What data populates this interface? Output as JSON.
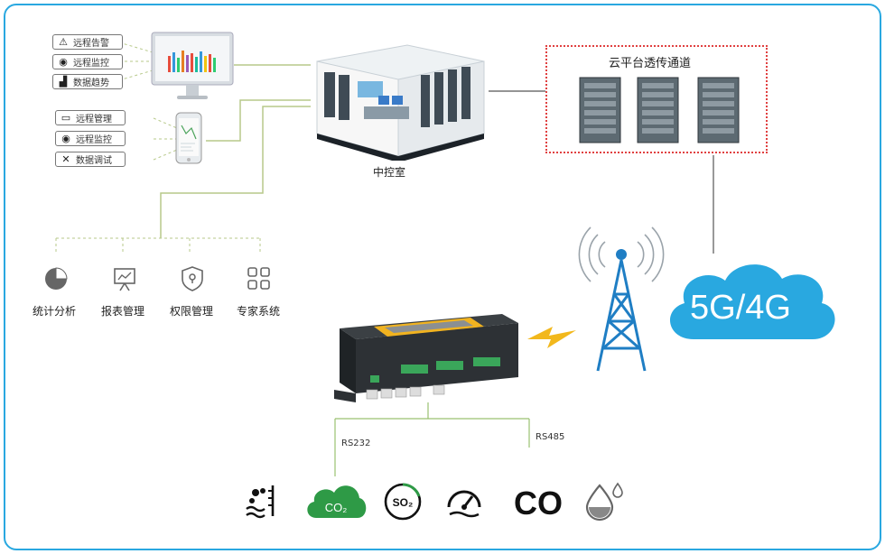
{
  "monitor_buttons": [
    {
      "label": "远程告警",
      "icon": "warning-icon"
    },
    {
      "label": "远程监控",
      "icon": "camera-icon"
    },
    {
      "label": "数据趋势",
      "icon": "trend-chart-icon"
    }
  ],
  "phone_buttons": [
    {
      "label": "远程管理",
      "icon": "monitor-icon"
    },
    {
      "label": "远程监控",
      "icon": "camera-icon"
    },
    {
      "label": "数据调试",
      "icon": "tools-icon"
    }
  ],
  "control_room_label": "中控室",
  "cloud_label": "云平台透传通道",
  "network_label": "5G/4G",
  "functions": [
    {
      "label": "统计分析",
      "icon": "pie-chart-icon"
    },
    {
      "label": "报表管理",
      "icon": "report-board-icon"
    },
    {
      "label": "权限管理",
      "icon": "shield-icon"
    },
    {
      "label": "专家系统",
      "icon": "grid-apps-icon"
    }
  ],
  "rs232_label": "RS232",
  "rs485_label": "RS485",
  "sensor_co_text": "CO",
  "sensor_co2_text": "CO₂",
  "sensor_so2_text": "SO₂",
  "sensors": [
    "water-level-icon",
    "co2-cloud-icon",
    "so2-icon",
    "gauge-icon",
    "co-icon",
    "humidity-drop-icon"
  ],
  "colors": {
    "border": "#29a8e0",
    "cloud": "#29a8e0",
    "green": "#2e9a46",
    "dashed_red": "#e04040",
    "line": "#a8c080"
  }
}
